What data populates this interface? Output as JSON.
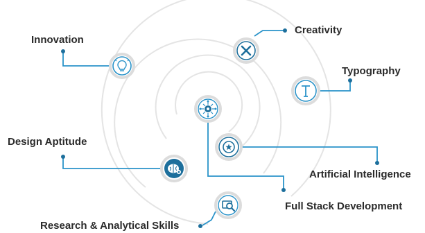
{
  "colors": {
    "accent": "#2a93c9",
    "accent_dark": "#1d6f9c",
    "ring": "#e4e4e4",
    "text": "#2b2b2b"
  },
  "skills": [
    {
      "label": "Innovation",
      "icon": "lightbulb-icon"
    },
    {
      "label": "Creativity",
      "icon": "cross-tools-icon"
    },
    {
      "label": "Typography",
      "icon": "type-t-icon"
    },
    {
      "label": "Design Aptitude",
      "icon": "brain-icon"
    },
    {
      "label": "Artificial Intelligence",
      "icon": "star-badge-icon"
    },
    {
      "label": "Full Stack Development",
      "icon": "network-gear-icon"
    },
    {
      "label": "Research & Analytical Skills",
      "icon": "magnifier-screen-icon"
    }
  ]
}
